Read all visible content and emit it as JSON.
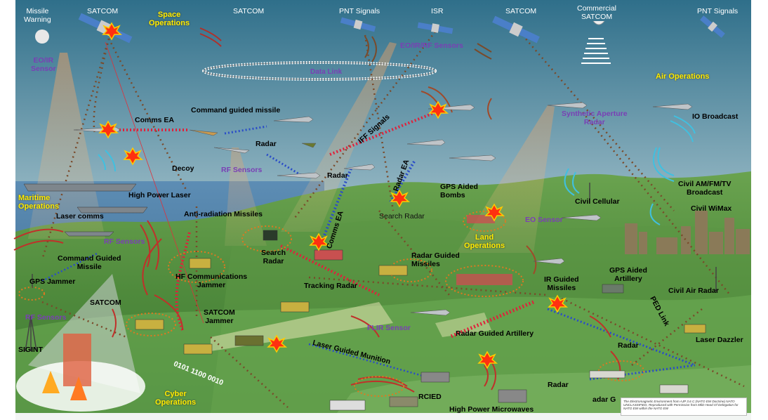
{
  "colors": {
    "sky_top": "#2f6f8a",
    "sky_bottom": "#e9f0f0",
    "sea": "#3d6f9a",
    "land": "#4f8a3c",
    "domain_label": "#ffee00",
    "sensor_label": "#7a3fb5",
    "burst": "#ff3010"
  },
  "labels": {
    "missile_warning": "Missile\nWarning",
    "satcom_1": "SATCOM",
    "space_ops": "Space\nOperations",
    "satcom_2": "SATCOM",
    "pnt_1": "PNT Signals",
    "isr": "ISR",
    "satcom_3": "SATCOM",
    "commercial_satcom": "Commercial\nSATCOM",
    "pnt_2": "PNT Signals",
    "eo_ir_sensor": "EO/IR\nSensor",
    "eo_ir_rf_sensors": "EO/IR/RF Sensors",
    "data_link": "Data Link",
    "air_ops": "Air Operations",
    "comms_ea": "Comms EA",
    "command_guided_missile": "Command guided missile",
    "synthetic_aperture_radar": "Synthetic Aperture\nRadar",
    "io_broadcast": "IO Broadcast",
    "radar_1": "Radar",
    "rf_sensors_1": "RF Sensors",
    "decoy": "Decoy",
    "iff_signals": "IFF Signals",
    "radar_ea": "Radar EA",
    "radar_2": "Radar",
    "gps_aided_bombs": "GPS Aided\nBombs",
    "civil_cellular": "Civil Cellular",
    "civil_am_fm_tv": "Civil AM/FM/TV\nBroadcast",
    "maritime_ops": "Maritime\nOperations",
    "high_power_laser": "High Power Laser",
    "civil_wimax": "Civil WiMax",
    "comms_ea_2": "Comms EA",
    "search_radar_1": "Search Radar",
    "laser_comms": "Laser comms",
    "anti_radiation_missiles": "Anti-radiation Missiles",
    "eo_sensor": "EO Sensor",
    "land_ops": "Land\nOperations",
    "rf_sensors_2": "RF Sensors",
    "search_radar_2": "Search\nRadar",
    "radar_guided_missiles": "Radar Guided\nMissiles",
    "command_guided_missile_2": "Command Guided\nMissile",
    "hf_comms_jammer": "HF Communications\nJammer",
    "gps_aided_artillery": "GPS Aided\nArtillery",
    "gps_jammer": "GPS Jammer",
    "tracking_radar": "Tracking Radar",
    "ir_guided_missiles": "IR Guided\nMissiles",
    "civil_air_radar": "Civil  Air Radar",
    "satcom_4": "SATCOM",
    "satcom_jammer": "SATCOM\nJammer",
    "ped_link": "PED Link",
    "rf_sensors_3": "RF Sensors",
    "flir_sensor": "FLIR Sensor",
    "sigint": "SIGINT",
    "radar_guided_artillery": "Radar Guided Artillery",
    "laser_dazzler": "Laser Dazzler",
    "radar_3": "Radar",
    "laser_guided_munition": "Laser Guided Munition",
    "binary": "0101 1100 0010",
    "radar_4": "Radar",
    "cyber_ops": "Cyber\nOperations",
    "rcied": "RCIED",
    "radar_5": "adar G",
    "high_power_microwaves": "High Power Microwaves"
  },
  "credit": "The Electromagnetic Environment from AJP 3.6 C (NATO EW Doctrine) NATO UNCLASSIFIED, Reproduced with Permission from MilD Head Of Delegation for NATO EW within the NATO EW"
}
